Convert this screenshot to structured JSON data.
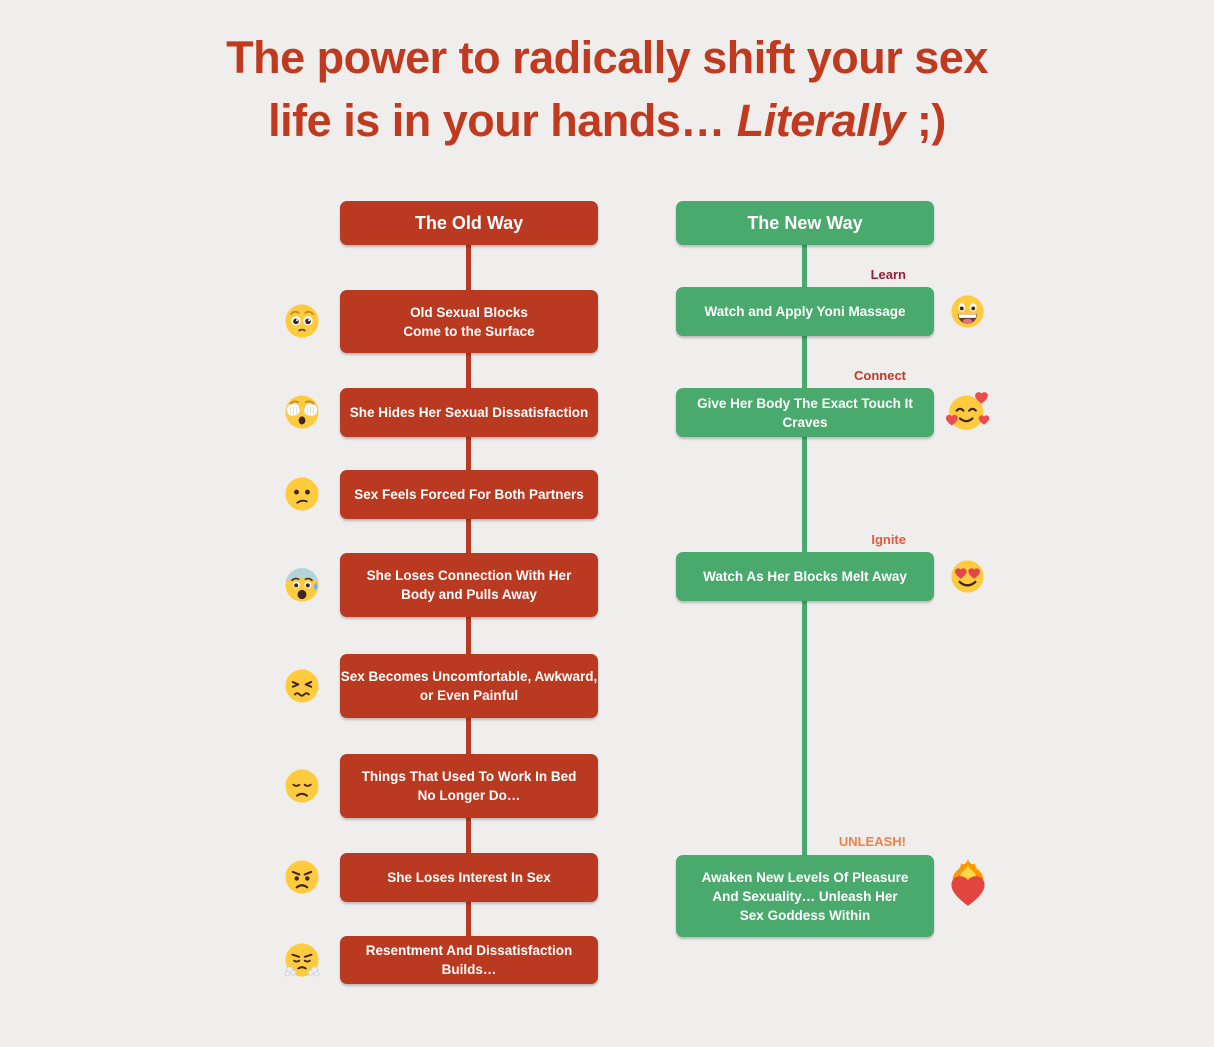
{
  "page": {
    "background_color": "#EFEEED"
  },
  "title": {
    "line1": "The power to radically shift your sex",
    "line2_before": "life is in your hands… ",
    "line2_italic": "Literally",
    "line2_after": " ;)",
    "color": "#BF3A1F"
  },
  "old_way": {
    "header": "The Old Way",
    "box_color": "#B93A21",
    "line_color": "#B93A21",
    "steps": [
      {
        "emoji": "pleading-face-emoji",
        "emoji_char": "🥺",
        "line1": "Old Sexual Blocks",
        "line2": "Come to the Surface"
      },
      {
        "emoji": "hands-over-eyes-face-emoji",
        "emoji_char": "🫣",
        "line1": "She Hides Her Sexual Dissatisfaction"
      },
      {
        "emoji": "confused-face-emoji",
        "emoji_char": "😕",
        "line1": "Sex Feels Forced For Both Partners"
      },
      {
        "emoji": "anxious-sweat-face-emoji",
        "emoji_char": "😰",
        "line1": "She Loses Connection With Her",
        "line2": "Body and Pulls Away"
      },
      {
        "emoji": "confounded-face-emoji",
        "emoji_char": "😖",
        "line1": "Sex Becomes Uncomfortable, Awkward,",
        "line2": "or Even Painful"
      },
      {
        "emoji": "disappointed-face-emoji",
        "emoji_char": "😞",
        "line1": "Things That Used To Work In Bed",
        "line2": "No Longer Do…"
      },
      {
        "emoji": "angry-face-emoji",
        "emoji_char": "😠",
        "line1": "She Loses Interest In Sex"
      },
      {
        "emoji": "steam-nose-face-emoji",
        "emoji_char": "😤",
        "line1": "Resentment And Dissatisfaction Builds…"
      }
    ]
  },
  "new_way": {
    "header": "The New Way",
    "box_color": "#4AA96C",
    "line_color": "#4AA96C",
    "steps": [
      {
        "tag": "Learn",
        "tag_color": "#9C1B3B",
        "emoji": "grinning-face-emoji",
        "emoji_char": "😀",
        "line1": "Watch and Apply Yoni Massage"
      },
      {
        "tag": "Connect",
        "tag_color": "#C23A26",
        "emoji": "smiling-face-with-hearts-emoji",
        "emoji_char": "🥰",
        "line1": "Give Her Body The Exact Touch It Craves"
      },
      {
        "tag": "Ignite",
        "tag_color": "#E4593B",
        "emoji": "heart-eyes-face-emoji",
        "emoji_char": "😍",
        "line1": "Watch As Her Blocks Melt Away"
      },
      {
        "tag": "UNLEASH!",
        "tag_color": "#F08143",
        "emoji": "heart-on-fire-emoji",
        "emoji_char": "❤️‍🔥",
        "line1": "Awaken New Levels Of Pleasure",
        "line2": "And Sexuality… Unleash Her",
        "line3": "Sex Goddess Within"
      }
    ]
  }
}
